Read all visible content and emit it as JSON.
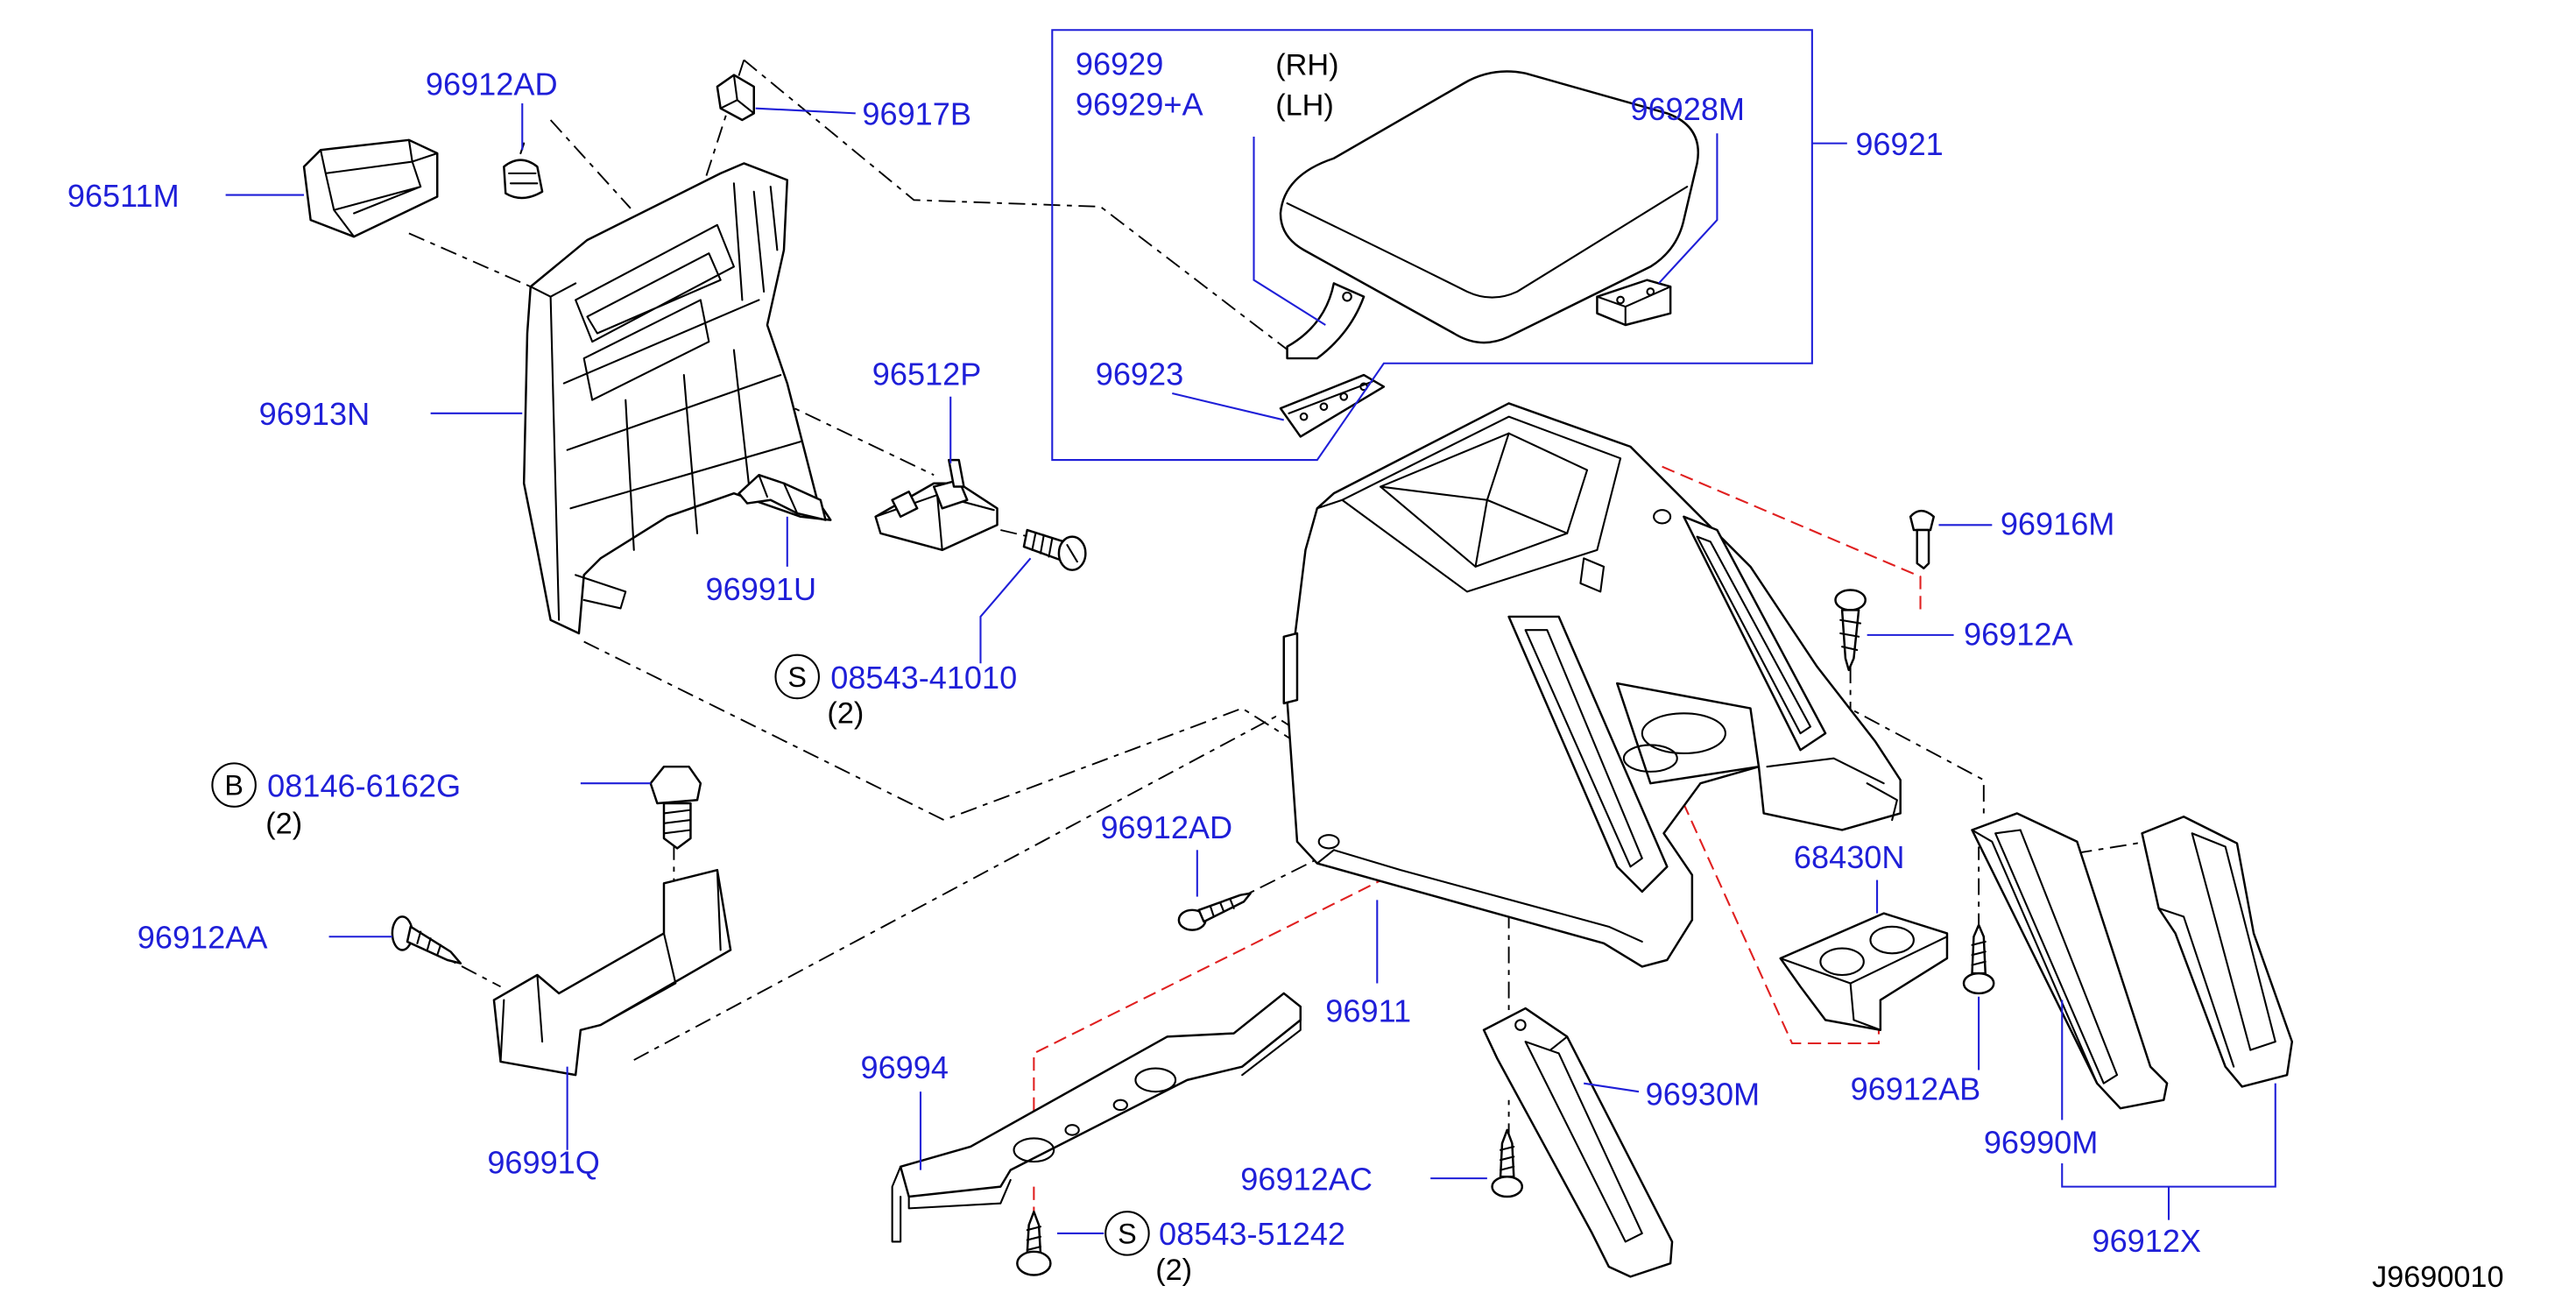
{
  "callouts": {
    "96511M": "96511M",
    "96912AD_upper": "96912AD",
    "96917B": "96917B",
    "96929": "96929",
    "96929A": "96929+A",
    "96928M": "96928M",
    "96921": "96921",
    "96913N": "96913N",
    "96512P": "96512P",
    "96923": "96923",
    "96916M": "96916M",
    "96912A": "96912A",
    "96991U": "96991U",
    "96912AD_lower": "96912AD",
    "68430N": "68430N",
    "96912AA": "96912AA",
    "96911": "96911",
    "96994": "96994",
    "96930M": "96930M",
    "96912AB": "96912AB",
    "96990M": "96990M",
    "96991Q": "96991Q",
    "96912AC": "96912AC",
    "96912X": "96912X"
  },
  "variants": {
    "rh": "(RH)",
    "lh": "(LH)"
  },
  "fasteners": {
    "s_41010": {
      "symbol": "S",
      "number": "08543-41010",
      "qty": "(2)"
    },
    "b_6162G": {
      "symbol": "B",
      "number": "08146-6162G",
      "qty": "(2)"
    },
    "s_51242": {
      "symbol": "S",
      "number": "08543-51242",
      "qty": "(2)"
    }
  },
  "diagram_code": "J9690010",
  "colors": {
    "label": "#1f1fd8",
    "line": "#000000",
    "reference": "#e02020",
    "background": "#ffffff"
  }
}
